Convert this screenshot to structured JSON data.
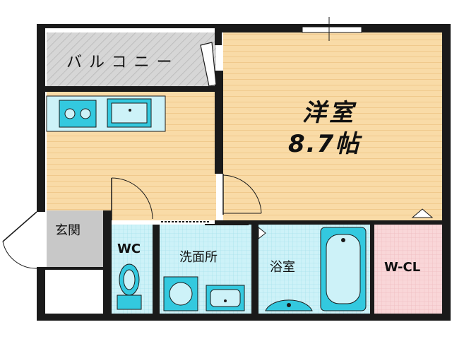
{
  "floorplan": {
    "rooms": {
      "balcony": {
        "label": "バルコニー"
      },
      "western_room": {
        "label": "洋室",
        "size": "8.7帖"
      },
      "entrance": {
        "label": "玄関"
      },
      "wc": {
        "label": "WC"
      },
      "washroom": {
        "label": "洗面所"
      },
      "bathroom": {
        "label": "浴室"
      },
      "walk_in_closet": {
        "label": "W-CL"
      }
    },
    "colors": {
      "wall": "#1a1a1a",
      "wood_floor": "#f9dba7",
      "wet_area": "#cdf2f8",
      "fixture": "#33c9df",
      "closet": "#f9d6d8",
      "balcony": "#d6d6d6",
      "entrance": "#c8c8c8"
    }
  }
}
